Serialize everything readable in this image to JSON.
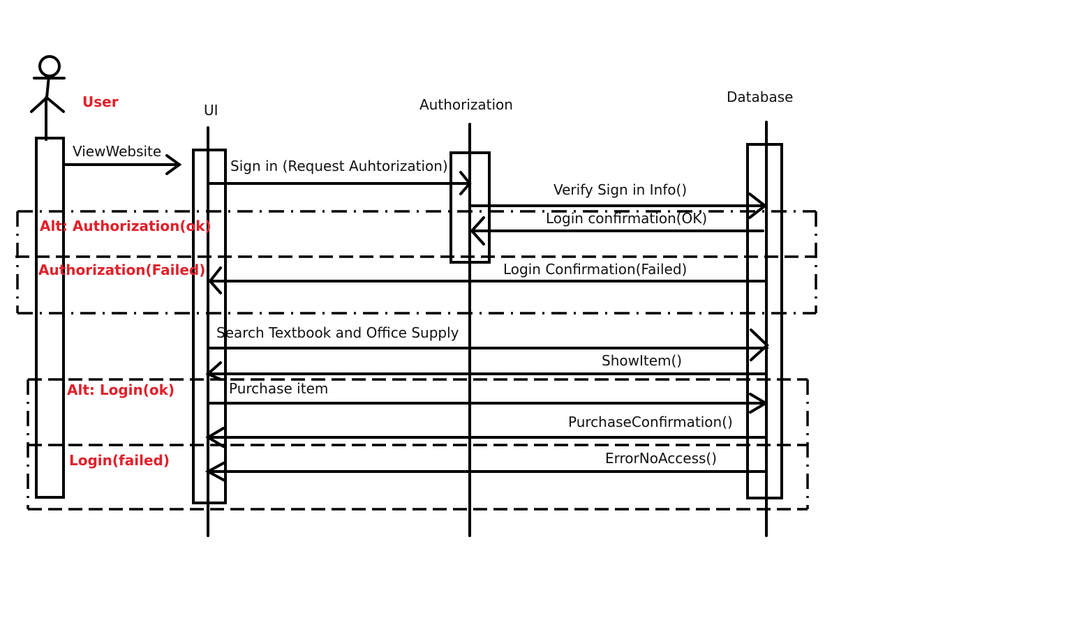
{
  "participants": {
    "user": "User",
    "ui": "UI",
    "authorization": "Authorization",
    "database": "Database"
  },
  "messages": {
    "view_website": "ViewWebsite",
    "sign_in": "Sign in (Request Auhtorization)",
    "verify_sign_in": "Verify Sign in Info()",
    "login_ok": "Login confirmation(OK)",
    "login_failed": "Login Confirmation(Failed)",
    "search": "Search Textbook and Office Supply",
    "show_item": "ShowItem()",
    "purchase_item": "Purchase item",
    "purchase_confirmation": "PurchaseConfirmation()",
    "error_no_access": "ErrorNoAccess()"
  },
  "fragments": {
    "alt_authorization_ok": "Alt: Authorization(ok)",
    "authorization_failed": "Authorization(Failed)",
    "alt_login_ok": "Alt: Login(ok)",
    "login_failed": "Login(failed)"
  },
  "colors": {
    "fragment_label": "#e0202a",
    "line": "#000000"
  }
}
